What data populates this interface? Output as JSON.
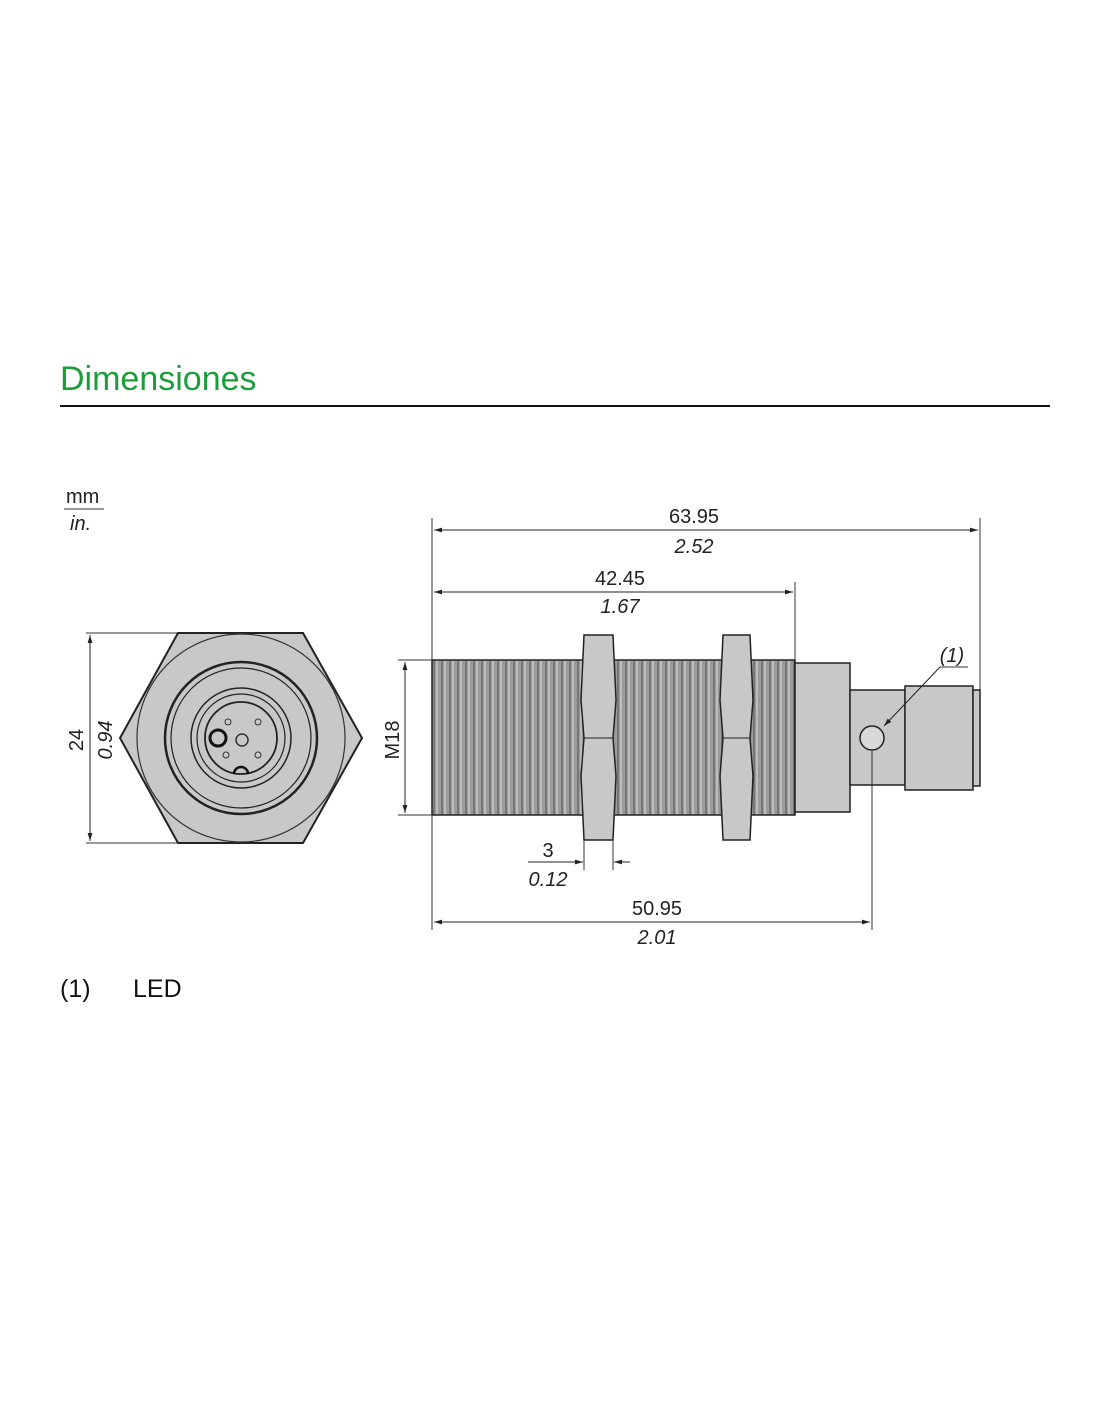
{
  "section": {
    "title": "Dimensiones"
  },
  "drawing": {
    "units": {
      "primary": "mm",
      "secondary": "in."
    },
    "front_view": {
      "width_mm": "24",
      "width_in": "0.94"
    },
    "side_view": {
      "overall_length_mm": "63.95",
      "overall_length_in": "2.52",
      "thread_length_mm": "42.45",
      "thread_length_in": "1.67",
      "nut_thickness_mm": "3",
      "nut_thickness_in": "0.12",
      "led_position_mm": "50.95",
      "led_position_in": "2.01",
      "thread": "M18",
      "callout": "(1)"
    }
  },
  "notes": [
    {
      "ref": "(1)",
      "text": "LED"
    }
  ],
  "colors": {
    "title": "#1e9c3c",
    "part_fill": "#c8c8c8"
  }
}
